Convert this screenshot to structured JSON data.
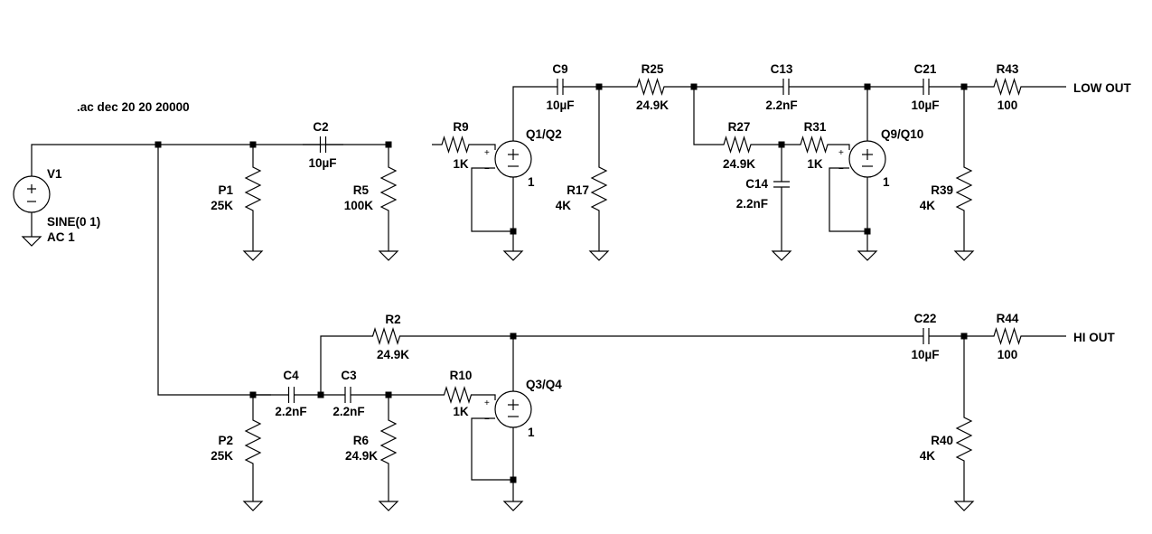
{
  "directive": ".ac dec 20 20 20000",
  "source": {
    "name": "V1",
    "value1": "SINE(0 1)",
    "value2": "AC 1"
  },
  "labels": {
    "C2": [
      "C2",
      "10µF"
    ],
    "P1": [
      "P1",
      "25K"
    ],
    "R5": [
      "R5",
      "100K"
    ],
    "R9": [
      "R9",
      "1K"
    ],
    "Q1": [
      "Q1/Q2",
      "1"
    ],
    "C9": [
      "C9",
      "10µF"
    ],
    "R25": [
      "R25",
      "24.9K"
    ],
    "R17": [
      "R17",
      "4K"
    ],
    "C13": [
      "C13",
      "2.2nF"
    ],
    "R27": [
      "R27",
      "24.9K"
    ],
    "R31": [
      "R31",
      "1K"
    ],
    "C14": [
      "C14",
      "2.2nF"
    ],
    "Q9": [
      "Q9/Q10",
      "1"
    ],
    "C21": [
      "C21",
      "10µF"
    ],
    "R39": [
      "R39",
      "4K"
    ],
    "R43": [
      "R43",
      "100"
    ],
    "R2": [
      "R2",
      "24.9K"
    ],
    "C4": [
      "C4",
      "2.2nF"
    ],
    "C3": [
      "C3",
      "2.2nF"
    ],
    "P2": [
      "P2",
      "25K"
    ],
    "R6": [
      "R6",
      "24.9K"
    ],
    "R10": [
      "R10",
      "1K"
    ],
    "Q3": [
      "Q3/Q4",
      "1"
    ],
    "C22": [
      "C22",
      "10µF"
    ],
    "R40": [
      "R40",
      "4K"
    ],
    "R44": [
      "R44",
      "100"
    ]
  },
  "outputs": {
    "low": "LOW OUT",
    "hi": "HI OUT"
  },
  "opamp_pins": {
    "plus": "+",
    "minus": "−"
  }
}
